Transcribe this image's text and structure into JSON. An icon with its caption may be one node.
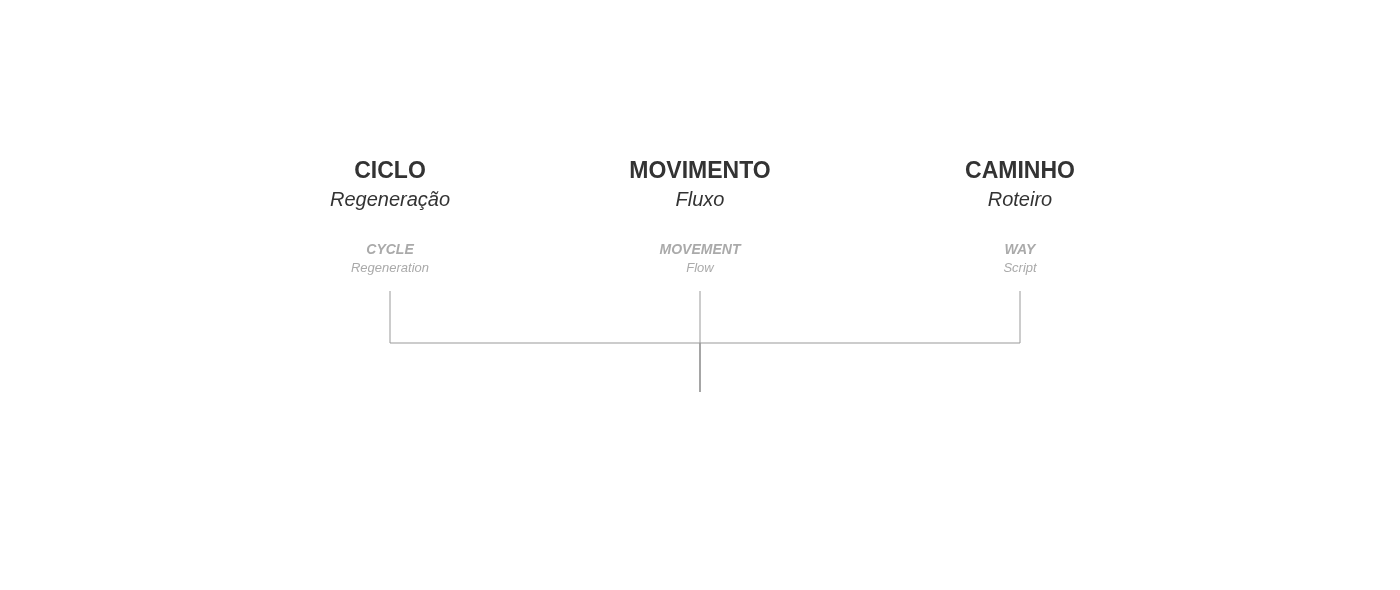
{
  "diagram": {
    "nodes": [
      {
        "text": [
          "CICLO",
          "Regeneração",
          "CYCLE",
          "Regeneration"
        ]
      },
      {
        "text": [
          "MOVIMENTO",
          "Fluxo",
          "MOVEMENT",
          "Flow"
        ]
      },
      {
        "text": [
          "CAMINHO",
          "Roteiro",
          "WAY",
          "Script"
        ]
      }
    ],
    "edges": [
      {
        "from": 0,
        "to": null,
        "arrow": "none"
      },
      {
        "from": 1,
        "to": null,
        "arrow": "none"
      },
      {
        "from": 2,
        "to": null,
        "arrow": "none"
      }
    ]
  }
}
